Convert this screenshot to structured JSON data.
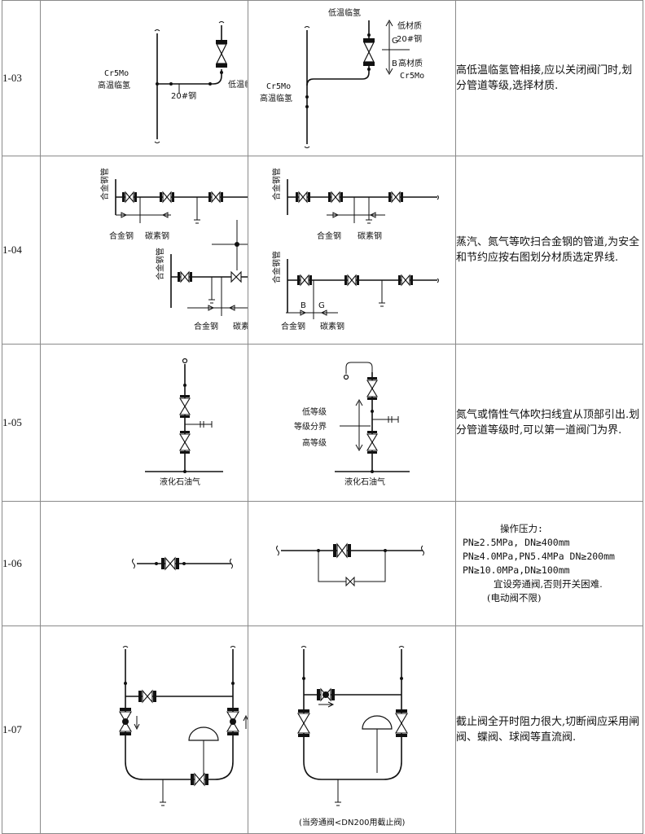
{
  "rows": [
    {
      "code": "1-03",
      "fig_left": {
        "alloy": "Cr5Mo",
        "high_temp_h2": "高温临氢",
        "steel": "20#钢",
        "low_temp_h2": "低温临氢"
      },
      "fig_right": {
        "low_temp_h2": "低温临氢",
        "low_material": "低材质",
        "steel": "20#钢",
        "alloy": "Cr5Mo",
        "high_temp_h2": "高温临氢",
        "high_material": "高材质",
        "alloy2": "Cr5Mo",
        "mark_g": "G",
        "mark_b": "B"
      },
      "note": "高低温临氢管相接,应以关闭阀门时,划分管道等级,选择材质."
    },
    {
      "code": "1-04",
      "fig_left": {
        "alloy_pipe": "合金钢管",
        "alloy_steel": "合金钢",
        "carbon_steel": "碳素钢",
        "alloy_pipe2": "合金钢管",
        "alloy_steel2": "合金钢",
        "carbon_steel2": "碳素钢"
      },
      "fig_right": {
        "alloy_pipe": "合金钢管",
        "alloy_steel": "合金钢",
        "carbon_steel": "碳素钢",
        "alloy_pipe2": "合金钢管",
        "alloy_steel2": "合金钢",
        "carbon_steel2": "碳素钢",
        "mark_b": "B",
        "mark_g": "G"
      },
      "note": "蒸汽、氮气等吹扫合金钢的管道,为安全和节约应按右图划分材质选定界线."
    },
    {
      "code": "1-05",
      "fig_left": {
        "lpg": "液化石油气"
      },
      "fig_right": {
        "low_grade": "低等级",
        "boundary": "等级分界",
        "high_grade": "高等级",
        "lpg": "液化石油气"
      },
      "note": "氮气或惰性气体吹扫线宜从顶部引出.划分管道等级时,可以第一道阀门为界."
    },
    {
      "code": "1-06",
      "note_lines": [
        "操作压力:",
        "PN≥2.5MPa, DN≥400mm",
        "PN≥4.0MPa,PN5.4MPa  DN≥200mm",
        "PN≥10.0MPa,DN≥100mm",
        "宜设旁通阀,否则开关困难.",
        "(电动阀不限)"
      ]
    },
    {
      "code": "1-07",
      "fig_right": {
        "caption": "(当旁通阀<DN200用截止阀)"
      },
      "note": "截止阀全开时阻力很大,切断阀应采用闸阀、蝶阀、球阀等直流阀."
    }
  ]
}
